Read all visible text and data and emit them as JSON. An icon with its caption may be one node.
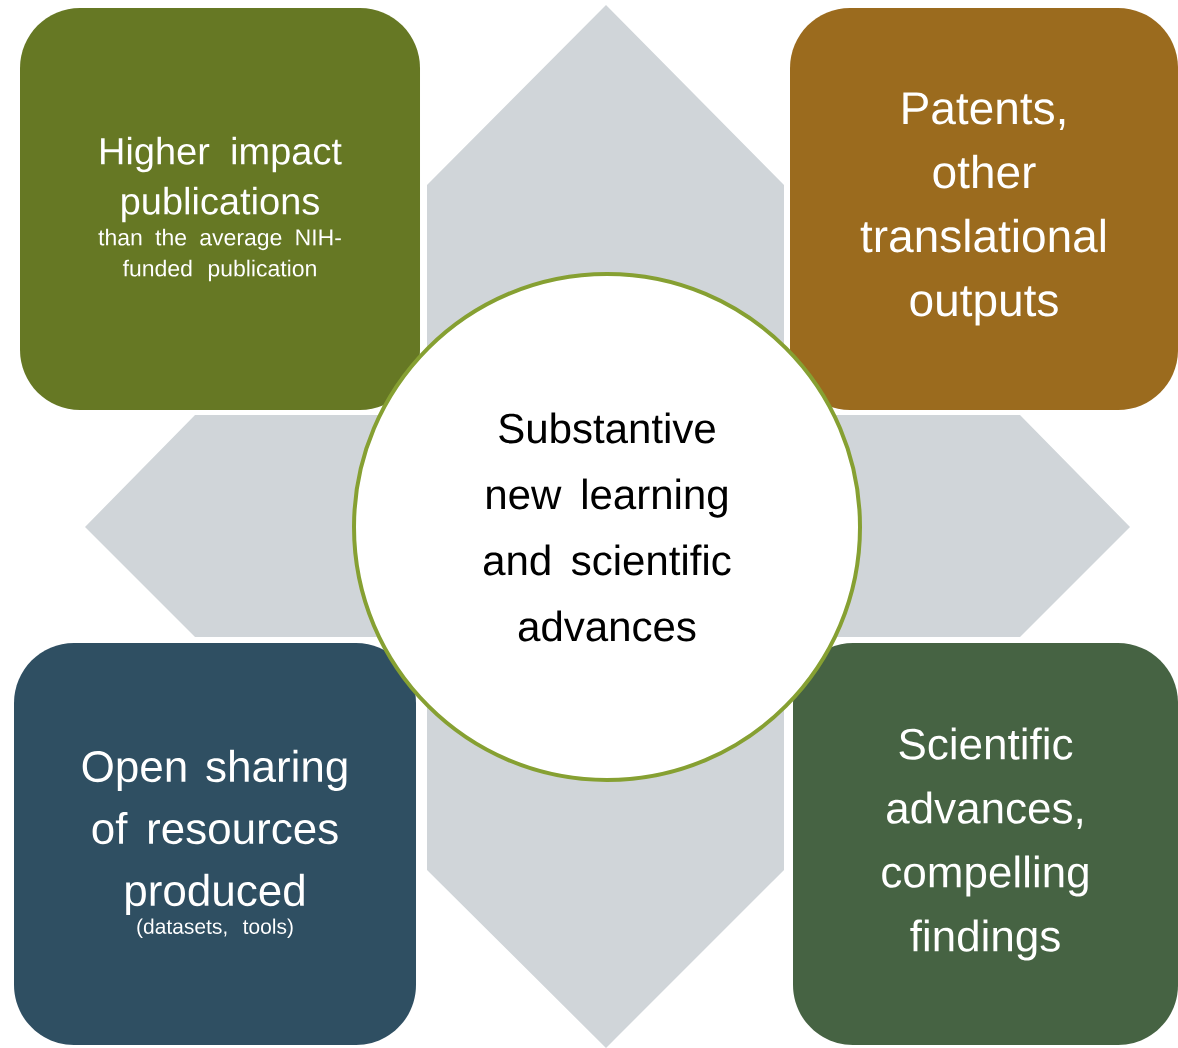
{
  "diagram": {
    "nodes": [
      {
        "text": [
          "Higher impact publications",
          "than the average NIH-funded publication"
        ]
      },
      {
        "text": [
          "Patents, other translational outputs"
        ]
      },
      {
        "text": [
          "Substantive new learning and scientific advances"
        ]
      },
      {
        "text": [
          "Open sharing of resources produced",
          "(datasets, tools)"
        ]
      },
      {
        "text": [
          "Scientific advances, compelling findings"
        ]
      }
    ]
  }
}
